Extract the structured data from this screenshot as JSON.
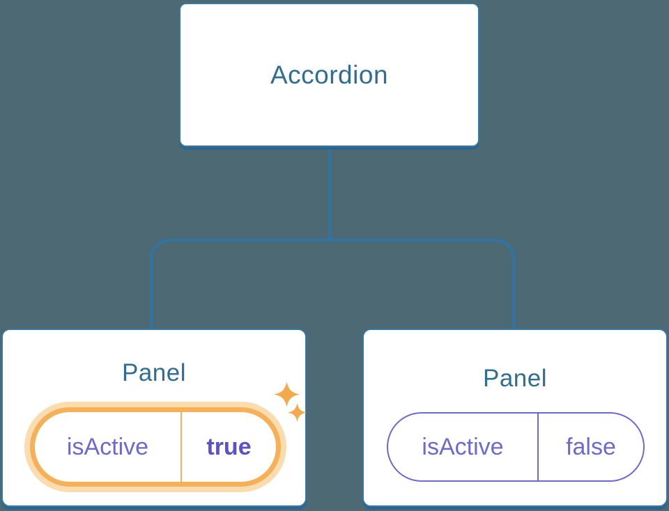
{
  "diagram": {
    "description": "React component tree: Accordion parent passing isActive prop to two Panel children",
    "root": {
      "label": "Accordion"
    },
    "children": [
      {
        "label": "Panel",
        "prop": {
          "name": "isActive",
          "value": "true"
        },
        "active": true,
        "decoration": "sparkle-icons"
      },
      {
        "label": "Panel",
        "prop": {
          "name": "isActive",
          "value": "false"
        },
        "active": false
      }
    ],
    "colors": {
      "background": "#4d6973",
      "node_fill": "#ffffff",
      "node_border": "#3578a2",
      "node_shadow": "#2b6590",
      "connector": "#2e75a5",
      "title_text": "#2d6e92",
      "prop_text": "#6c69d2",
      "prop_value_active_text": "#5a52c7",
      "active_ring": "#f6b158",
      "active_glow": "#fbdcae",
      "inactive_border": "#6b68d8",
      "sparkle": "#f3a94c"
    }
  }
}
